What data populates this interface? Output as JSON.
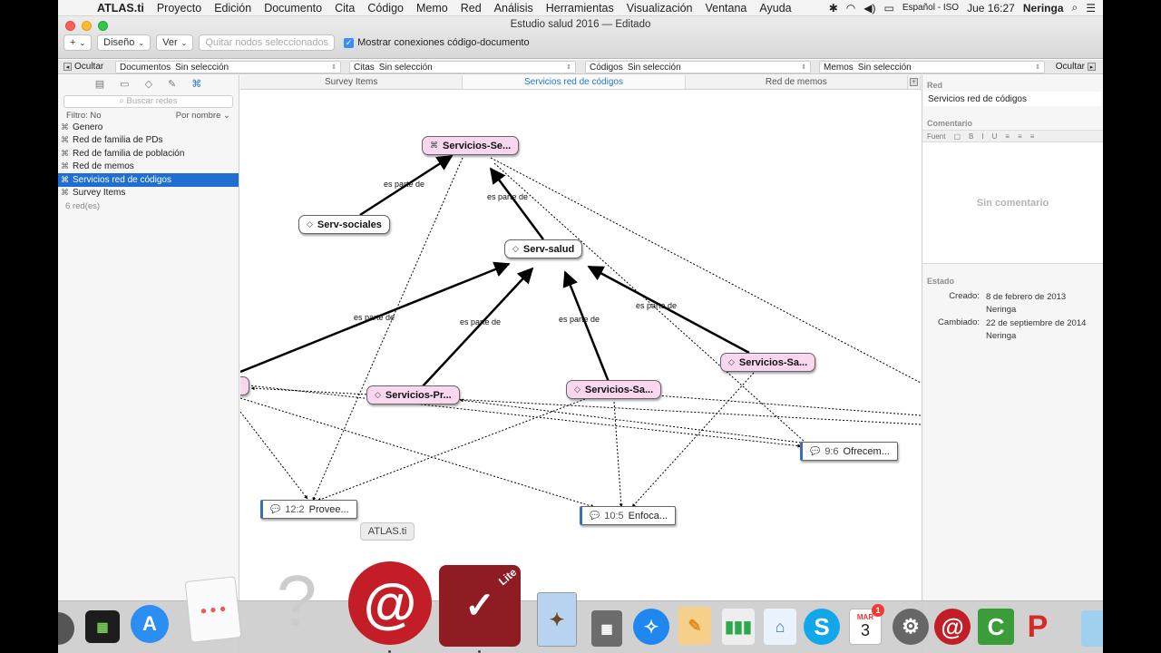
{
  "menubar": {
    "app_name": "ATLAS.ti",
    "items": [
      "Proyecto",
      "Edición",
      "Documento",
      "Cita",
      "Código",
      "Memo",
      "Red",
      "Análisis",
      "Herramientas",
      "Visualización",
      "Ventana",
      "Ayuda"
    ],
    "input_source": "Español - ISO",
    "clock": "Jue 16:27",
    "user": "Neringa"
  },
  "window": {
    "title": "Estudio salud 2016 — Editado",
    "toolbar": {
      "add": "+",
      "design": "Diseño",
      "view": "Ver",
      "remove_selected": "Quitar nodos seleccionados",
      "show_connections": "Mostrar conexiones código-documento"
    }
  },
  "managers": {
    "hide_left": "Ocultar",
    "hide_right": "Ocultar",
    "documents": {
      "label": "Documentos",
      "value": "Sin selección"
    },
    "quotes": {
      "label": "Citas",
      "value": "Sin selección"
    },
    "codes": {
      "label": "Códigos",
      "value": "Sin selección"
    },
    "memos": {
      "label": "Memos",
      "value": "Sin selección"
    }
  },
  "sidebar": {
    "search_placeholder": "Buscar redes",
    "filter": "Filtro: No",
    "sort": "Por nombre",
    "items": [
      {
        "label": "Genero",
        "selected": false
      },
      {
        "label": "Red de familia de PDs",
        "selected": false
      },
      {
        "label": "Red de familia de población",
        "selected": false
      },
      {
        "label": "Red de memos",
        "selected": false
      },
      {
        "label": "Servicios red de códigos",
        "selected": true
      },
      {
        "label": "Survey Items",
        "selected": false
      }
    ],
    "count": "6 red(es)"
  },
  "tabs": [
    {
      "label": "Survey Items",
      "active": false
    },
    {
      "label": "Servicios red de códigos",
      "active": true
    },
    {
      "label": "Red de memos",
      "active": false
    }
  ],
  "network": {
    "nodes": {
      "top": "Servicios-Se...",
      "soc": "Serv-sociales",
      "salud": "Serv-salud",
      "sa_right": "Servicios-Sa...",
      "pr": "Servicios-Pr...",
      "sa_mid": "Servicios-Sa...",
      "q96_num": "9:6",
      "q96": "Ofrecem...",
      "q122_num": "12:2",
      "q122": "Provee...",
      "q105_num": "10:5",
      "q105": "Enfoca..."
    },
    "relation": "es parte de"
  },
  "inspector": {
    "network_heading": "Red",
    "network_name": "Servicios red de códigos",
    "comment_heading": "Comentario",
    "font_label": "Fuent",
    "no_comment": "Sin comentario",
    "state_heading": "Estado",
    "created_label": "Creado:",
    "created_date": "8 de febrero de 2013",
    "created_by": "Neringa",
    "changed_label": "Cambiado:",
    "changed_date": "22 de septiembre de 2014",
    "changed_by": "Neringa"
  },
  "tooltip": "ATLAS.ti",
  "dock": {
    "calendar_month": "MAR",
    "calendar_day": "3",
    "calendar_badge": "1",
    "lite_label": "Lite"
  },
  "colors": {
    "selection": "#1f6fd3",
    "pink_node": "#fbd6ef",
    "tab_active": "#2278c9"
  }
}
